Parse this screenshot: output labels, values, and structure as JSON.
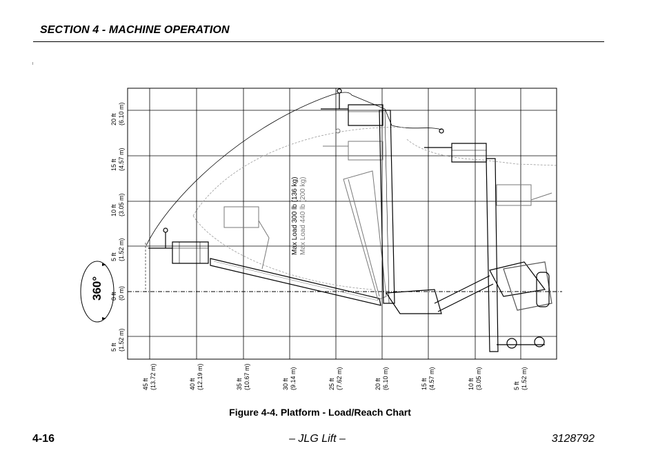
{
  "header": {
    "section_title": "SECTION 4 - MACHINE OPERATION"
  },
  "chart": {
    "rotation_badge": "360°",
    "load_label_primary": "Max Load 300 lb (136 kg)",
    "load_label_secondary": "Max Load 440 lb (200 kg)",
    "y_ticks": [
      {
        "ft": "20 ft",
        "m": "(6.10 m)"
      },
      {
        "ft": "15 ft",
        "m": "(4.57 m)"
      },
      {
        "ft": "10 ft",
        "m": "(3.05 m)"
      },
      {
        "ft": "5 ft",
        "m": "(1.52 m)"
      },
      {
        "ft": "0 ft",
        "m": "(0 m)"
      },
      {
        "ft": "5 ft",
        "m": "(1.52 m)"
      }
    ],
    "x_ticks": [
      {
        "ft": "45 ft",
        "m": "(13.72 m)"
      },
      {
        "ft": "40 ft",
        "m": "(12.19 m)"
      },
      {
        "ft": "35 ft",
        "m": "(10.67 m)"
      },
      {
        "ft": "30 ft",
        "m": "(9.14 m)"
      },
      {
        "ft": "25 ft",
        "m": "(7.62 m)"
      },
      {
        "ft": "20 ft",
        "m": "(6.10 m)"
      },
      {
        "ft": "15 ft",
        "m": "(4.57 m)"
      },
      {
        "ft": "10 ft",
        "m": "(3.05 m)"
      },
      {
        "ft": "5 ft",
        "m": "(1.52 m)"
      }
    ]
  },
  "caption": "Figure 4-4. Platform - Load/Reach Chart",
  "footer": {
    "page_number": "4-16",
    "center_text": "– JLG Lift –",
    "doc_number": "3128792"
  }
}
